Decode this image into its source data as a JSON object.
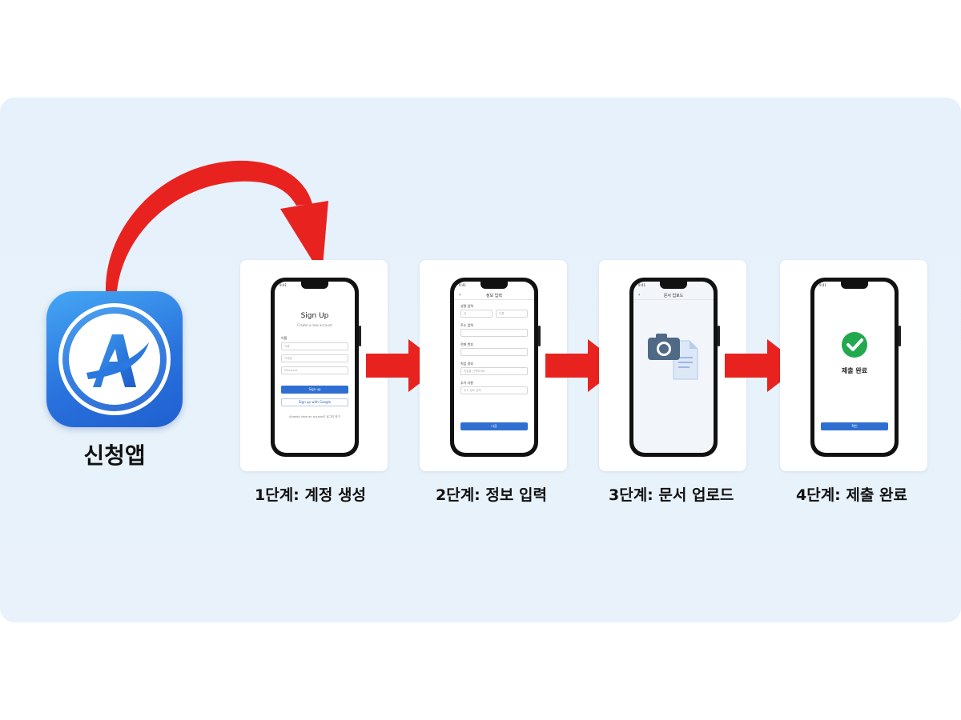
{
  "app": {
    "name": "신청앱",
    "logo_letter": "A"
  },
  "colors": {
    "arrow": "#e8231f",
    "accent": "#2f6fd1",
    "check": "#22a94e",
    "panel": "#e6f1fb"
  },
  "steps": [
    {
      "label": "1단계: 계정 생성",
      "screen": {
        "time": "9:41",
        "title": "Sign Up",
        "subtitle": "Create a new account",
        "section_label": "이름",
        "fields": [
          "이름",
          "이메일",
          "Password"
        ],
        "button": "Sign up",
        "google_button": "Sign up with Google",
        "footer": "Already have an account? 로그인 하기"
      }
    },
    {
      "label": "2단계: 정보 입력",
      "screen": {
        "time": "9:41",
        "header": "정보 입력",
        "labels": [
          "성명 입력",
          "주소 입력",
          "전화 번호",
          "직업 정보",
          "추가 사항"
        ],
        "name_fields": [
          "성",
          "이름"
        ],
        "selects": [
          "직업을 선택하세요",
          "추가 정보 입력"
        ],
        "button": "다음"
      }
    },
    {
      "label": "3단계: 문서 업로드",
      "screen": {
        "time": "9:41",
        "header": "문서 업로드"
      }
    },
    {
      "label": "4단계: 제출 완료",
      "screen": {
        "time": "9:41",
        "done_text": "제출 완료",
        "button": "확인"
      }
    }
  ]
}
